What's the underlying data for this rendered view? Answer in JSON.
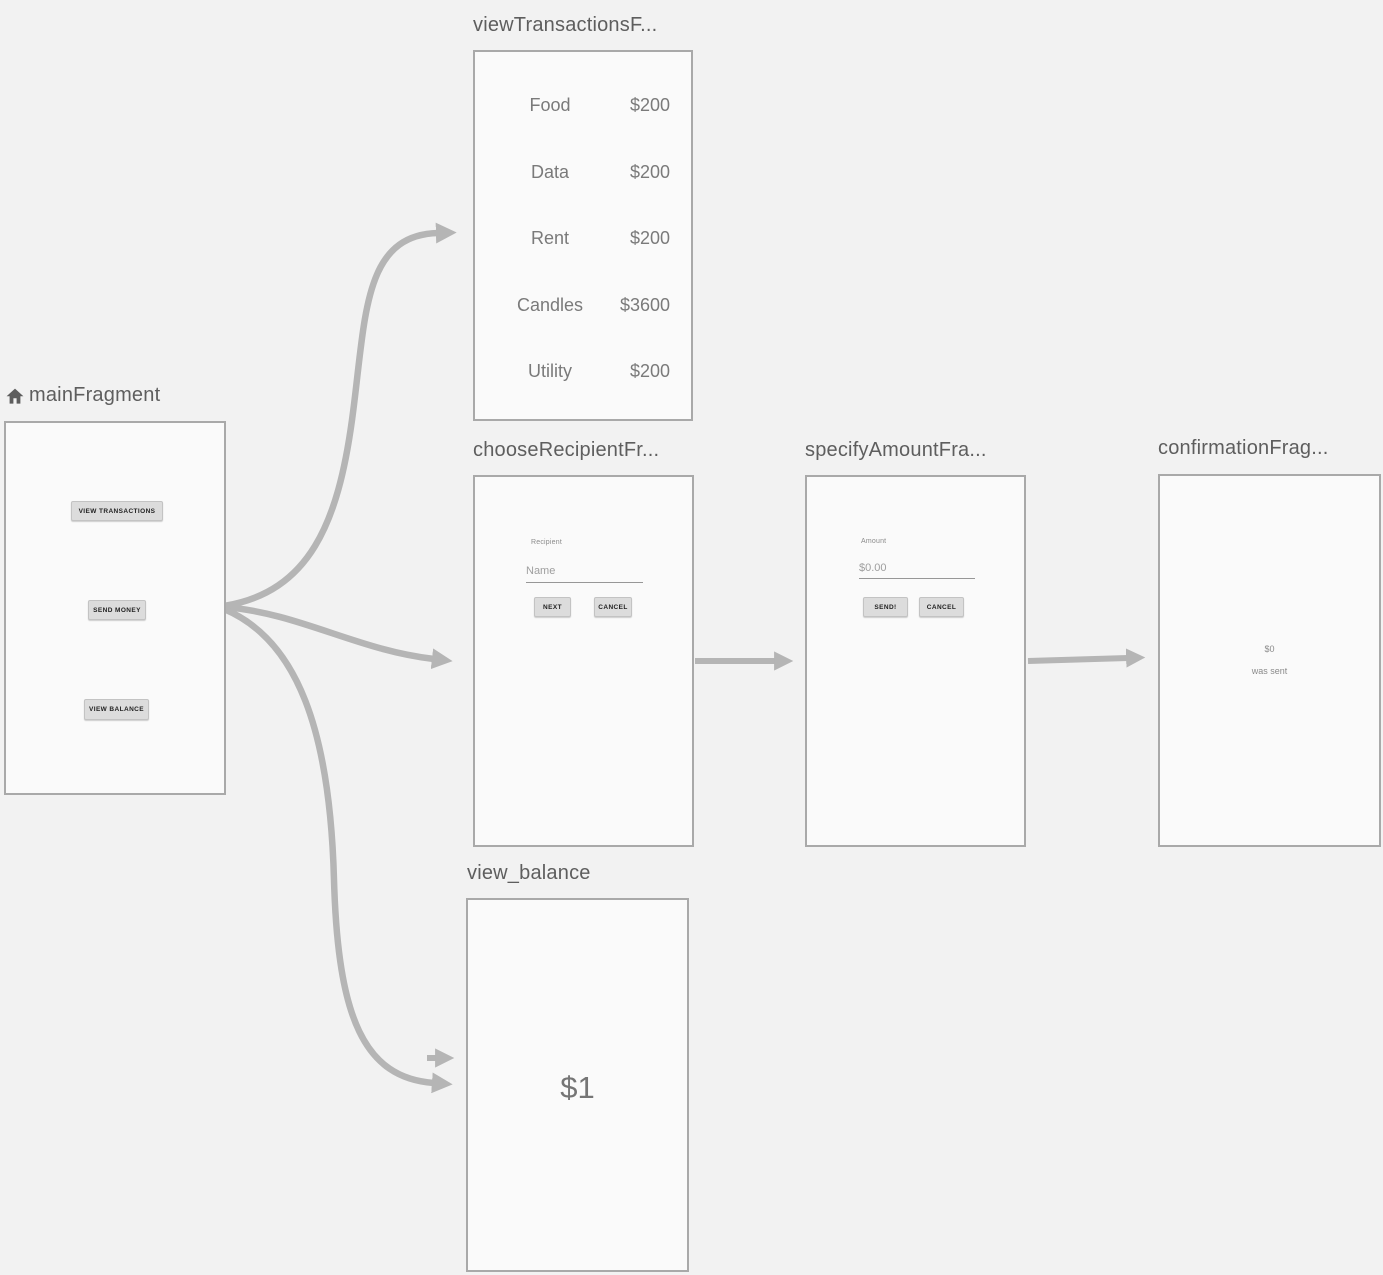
{
  "colors": {
    "background": "#f2f2f2",
    "card_background": "#fafafa",
    "card_border": "#a9a9a9",
    "arrow": "#b5b5b5",
    "title_text": "#5e5e5e",
    "muted_text": "#7a7a7a",
    "button_background": "#dcdcdc"
  },
  "fragments": {
    "main": {
      "title": "mainFragment",
      "buttons": [
        {
          "label": "VIEW TRANSACTIONS"
        },
        {
          "label": "SEND MONEY"
        },
        {
          "label": "VIEW BALANCE"
        }
      ]
    },
    "viewTransactions": {
      "title": "viewTransactionsF...",
      "rows": [
        {
          "label": "Food",
          "amount": "$200"
        },
        {
          "label": "Data",
          "amount": "$200"
        },
        {
          "label": "Rent",
          "amount": "$200"
        },
        {
          "label": "Candles",
          "amount": "$3600"
        },
        {
          "label": "Utility",
          "amount": "$200"
        }
      ]
    },
    "chooseRecipient": {
      "title": "chooseRecipientFr...",
      "field_label": "Recipient",
      "input_placeholder": "Name",
      "next_label": "NEXT",
      "cancel_label": "CANCEL"
    },
    "specifyAmount": {
      "title": "specifyAmountFra...",
      "field_label": "Amount",
      "input_value": "$0.00",
      "send_label": "SEND!",
      "cancel_label": "CANCEL"
    },
    "confirmation": {
      "title": "confirmationFrag...",
      "amount": "$0",
      "message": "was sent"
    },
    "viewBalance": {
      "title": "view_balance",
      "balance": "$1"
    }
  }
}
